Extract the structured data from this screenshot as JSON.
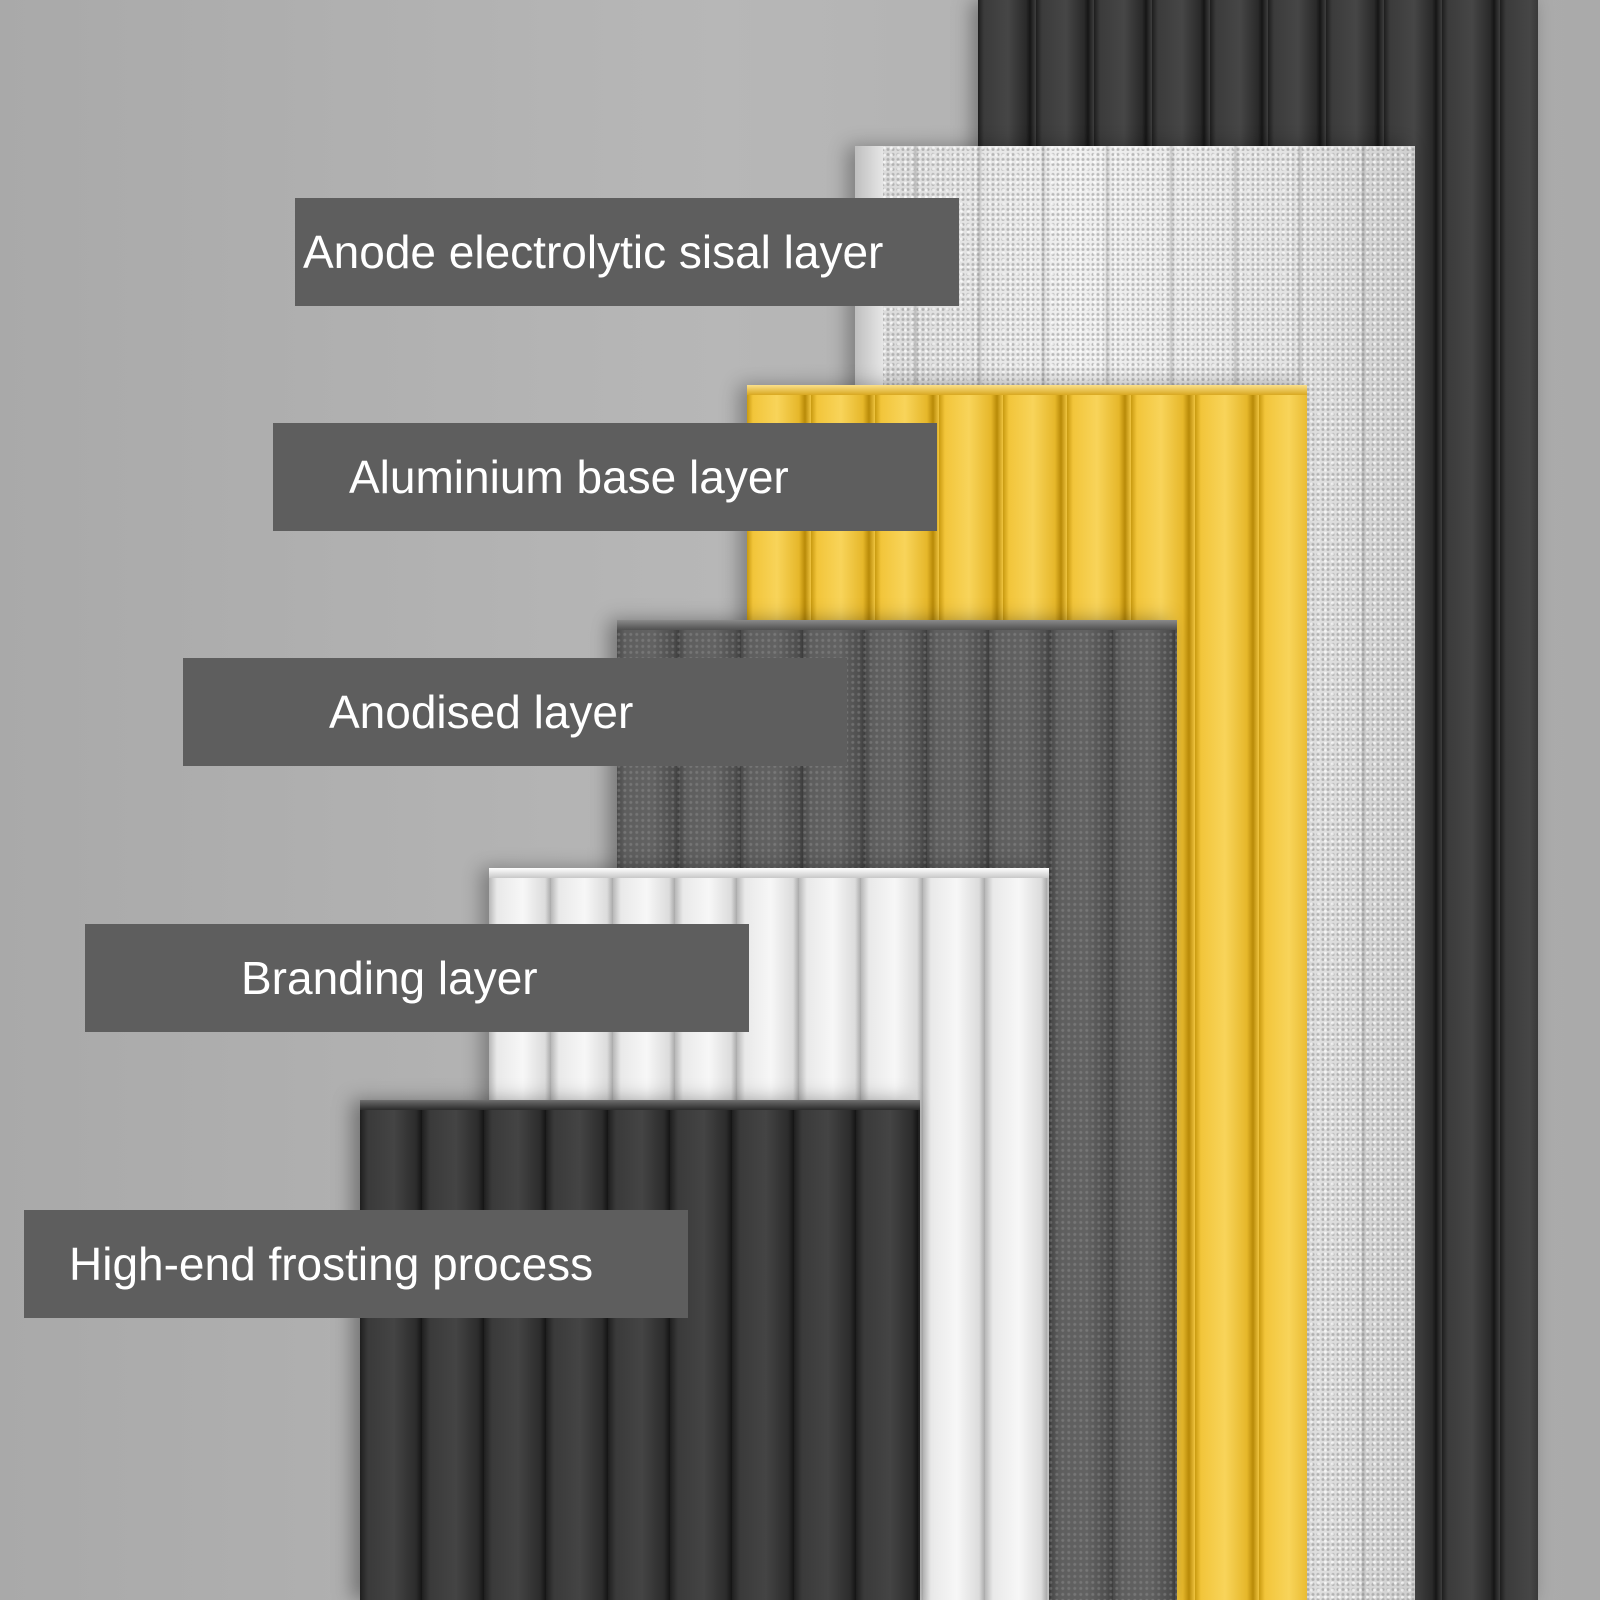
{
  "layers": [
    {
      "label": "Anode electrolytic sisal layer",
      "color": "#e8e8e8"
    },
    {
      "label": "Aluminium base layer",
      "color": "#f2c53a"
    },
    {
      "label": "Anodised layer",
      "color": "#5e5e5e"
    },
    {
      "label": "Branding layer",
      "color": "#eeeeee"
    },
    {
      "label": "High-end frosting process",
      "color": "#333333"
    }
  ],
  "back_panel_color": "#3b3b3b",
  "label_background": "#5e5e5e"
}
